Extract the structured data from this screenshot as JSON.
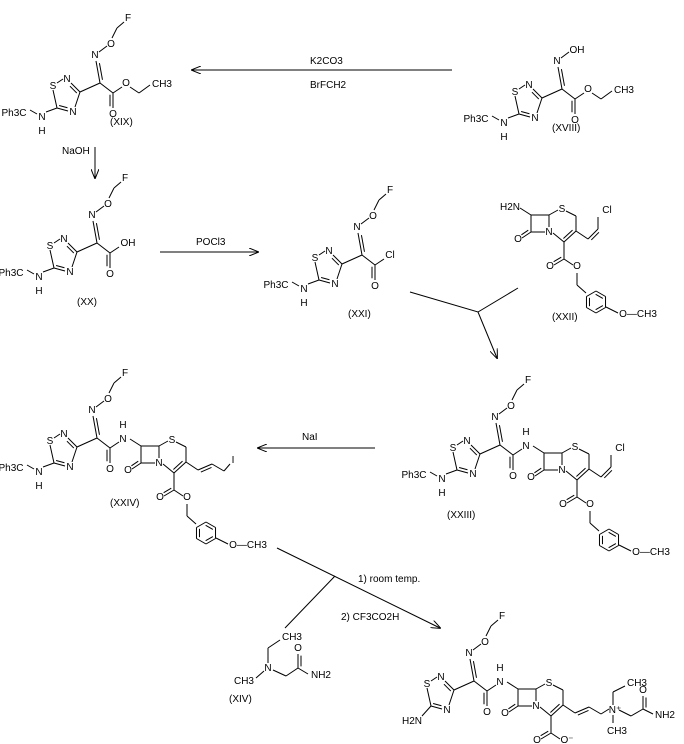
{
  "compounds": {
    "XVIII": "(XVIII)",
    "XIX": "(XIX)",
    "XX": "(XX)",
    "XXI": "(XXI)",
    "XXII": "(XXII)",
    "XXIII": "(XXIII)",
    "XXIV": "(XXIV)",
    "XIV": "(XIV)"
  },
  "reagents": {
    "step1_top": "K2CO3",
    "step1_bottom": "BrFCH2",
    "step2": "NaOH",
    "step3": "POCl3",
    "step5": "NaI",
    "step6_1": "1) room temp.",
    "step6_2": "2) CF3CO2H"
  },
  "atoms": {
    "S": "S",
    "N": "N",
    "O": "O",
    "F": "F",
    "H": "H",
    "Cl": "Cl",
    "I": "I",
    "OH": "OH",
    "CH3": "CH3",
    "NH2": "NH2",
    "H2N": "H2N",
    "Ph3C": "Ph3C",
    "Ominus": "O⁻",
    "Nplus": "N⁺",
    "OCH3": "O—CH3"
  }
}
